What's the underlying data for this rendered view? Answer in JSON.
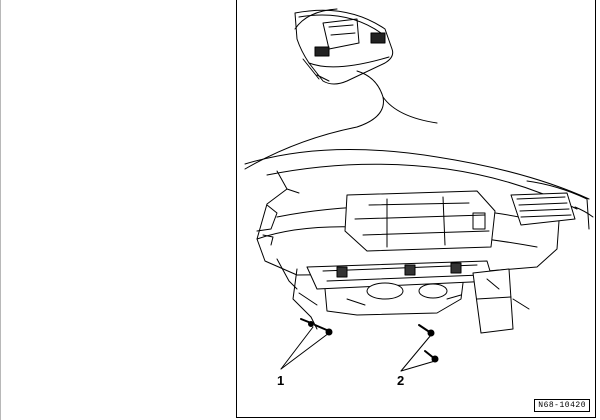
{
  "figure": {
    "callouts": [
      {
        "id": "1",
        "label": "1"
      },
      {
        "id": "2",
        "label": "2"
      }
    ],
    "figure_code": "N68-10420"
  }
}
